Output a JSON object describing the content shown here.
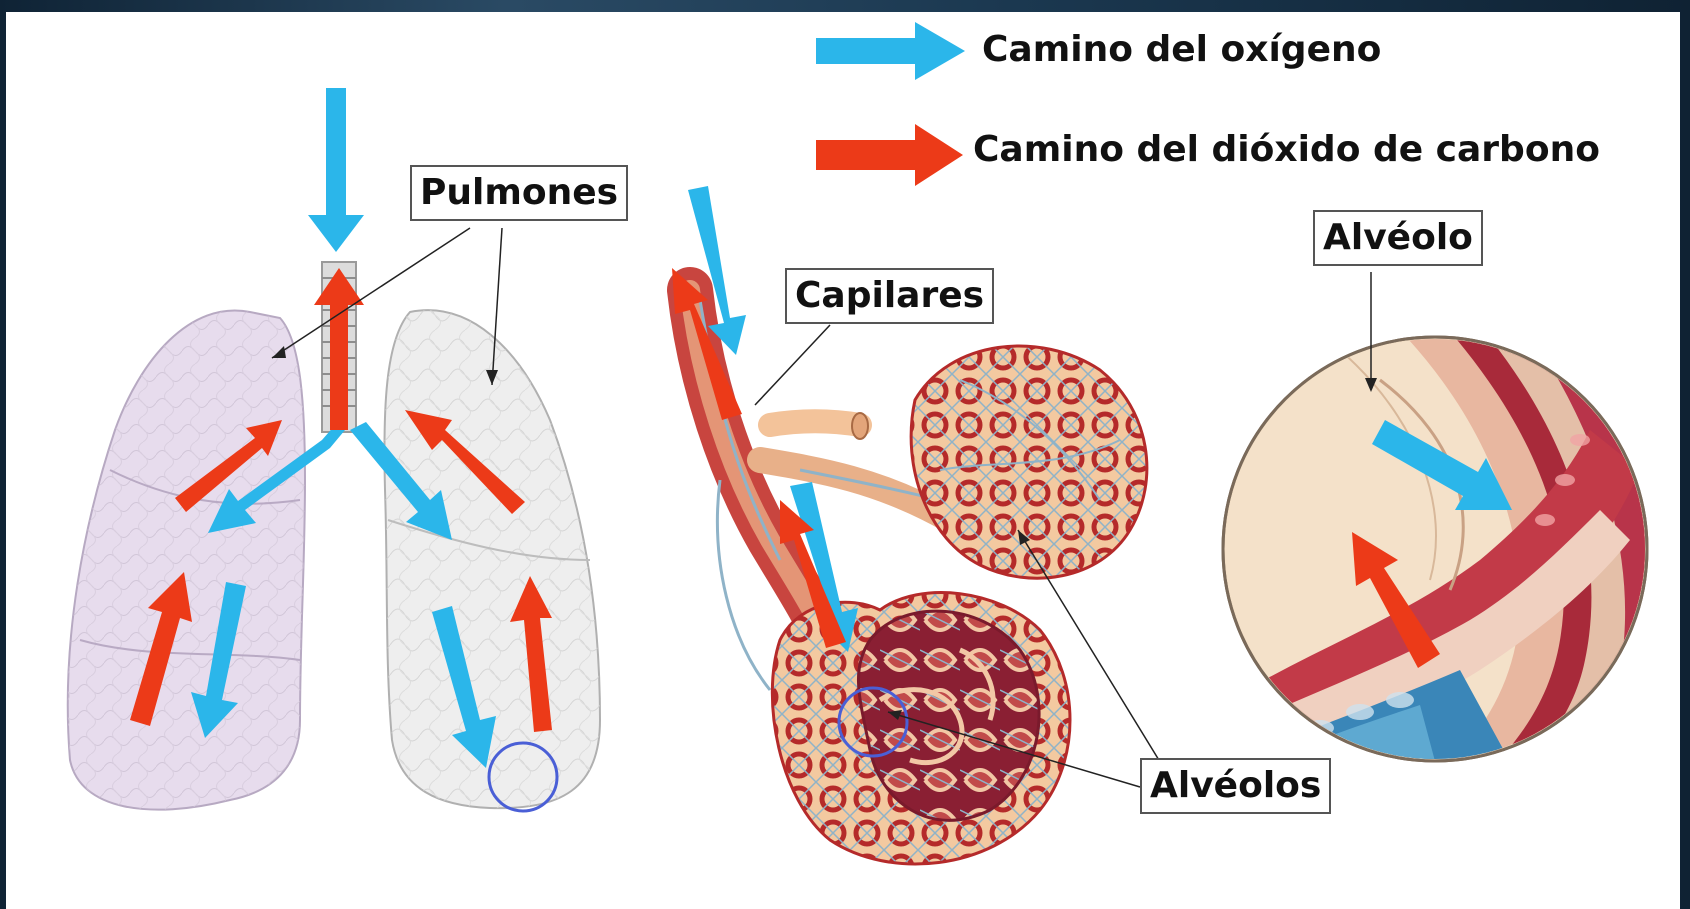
{
  "legend": {
    "oxygen_label": "Camino del oxígeno",
    "co2_label": "Camino del dióxido de carbono"
  },
  "labels": {
    "lungs": "Pulmones",
    "capillaries": "Capilares",
    "alveolus": "Alvéolo",
    "alveoli": "Alvéolos"
  },
  "colors": {
    "oxygen": "#2bb6ea",
    "co2": "#ec3a18",
    "lung_fill": "#e7dced",
    "capillary_red": "#b52a2a",
    "vein_blue": "#8fb3c8",
    "highlight_circle": "#4a5fd6"
  }
}
